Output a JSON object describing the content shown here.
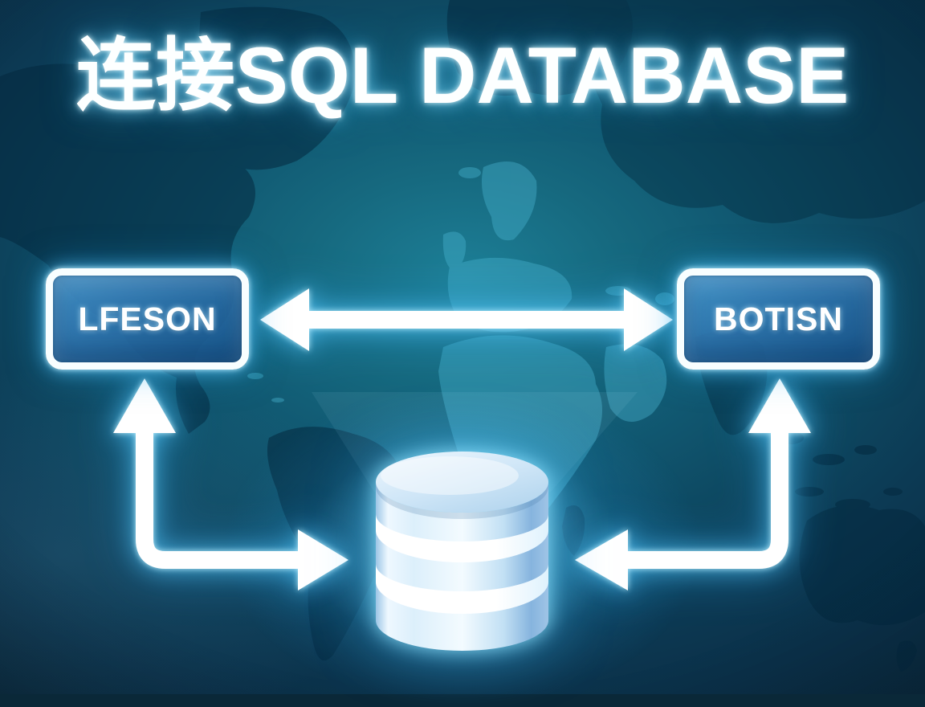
{
  "title": {
    "text": "连接SQL DATABASE"
  },
  "diagram": {
    "left_node": {
      "label": "LFESON"
    },
    "right_node": {
      "label": "BOTISN"
    },
    "database": {
      "label": "SQL database cylinder"
    },
    "connections": [
      {
        "from": "LFESON",
        "to": "BOTISN",
        "style": "double-headed-horizontal-arrow"
      },
      {
        "from": "database",
        "to": "LFESON",
        "style": "elbow-arrow-up-and-right"
      },
      {
        "from": "database",
        "to": "BOTISN",
        "style": "elbow-arrow-up-and-left"
      }
    ]
  },
  "icons": {
    "database": "database-cylinder-icon",
    "horizontal_link": "double-headed-arrow-icon",
    "left_link": "elbow-arrow-left-icon",
    "right_link": "elbow-arrow-right-icon"
  },
  "colors": {
    "background_center": "#177089",
    "background_edge": "#08222f",
    "map_light": "#49b3cf",
    "map_dark": "#04293e",
    "node_fill_light": "#4898d0",
    "node_fill_dark": "#175389",
    "node_border": "#ffffff",
    "glow_cyan": "#6fdcff",
    "arrow_white": "#ffffff",
    "db_light": "#f2faff",
    "db_shadow": "#7fafdb"
  }
}
